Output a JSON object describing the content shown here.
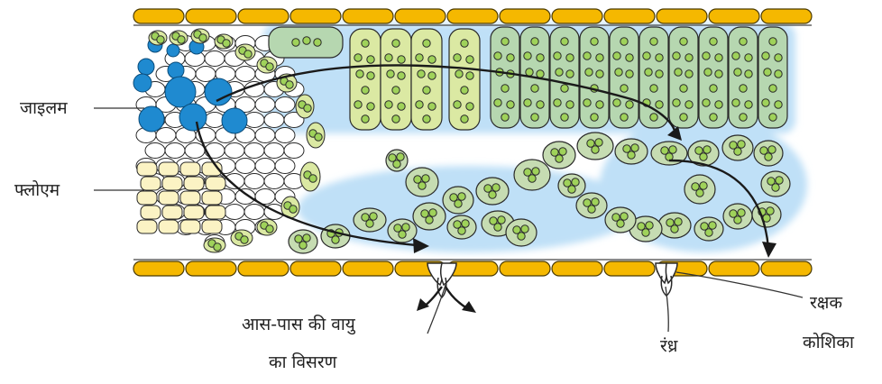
{
  "labels": {
    "xylem": "जाइलम",
    "phloem": "फ्लोएम",
    "diffusion_line1": "आस-पास की वायु",
    "diffusion_line2": "का विसरण",
    "stoma": "रंध्र",
    "guard_cell_line1": "रक्षक",
    "guard_cell_line2": "कोशिका"
  },
  "colors": {
    "epidermis_fill": "#f5b800",
    "epidermis_stroke": "#4a3a00",
    "palisade_light": "#dbe9a3",
    "palisade_dark": "#b6d7b0",
    "spongy_cell": "#c6dcb2",
    "halo": "#cfe6f7",
    "xylem_vessel": "#1f8ad0",
    "phloem_cell": "#fbf3c4",
    "chloroplast": "#9fd25a",
    "outline": "#2a2a2a"
  }
}
